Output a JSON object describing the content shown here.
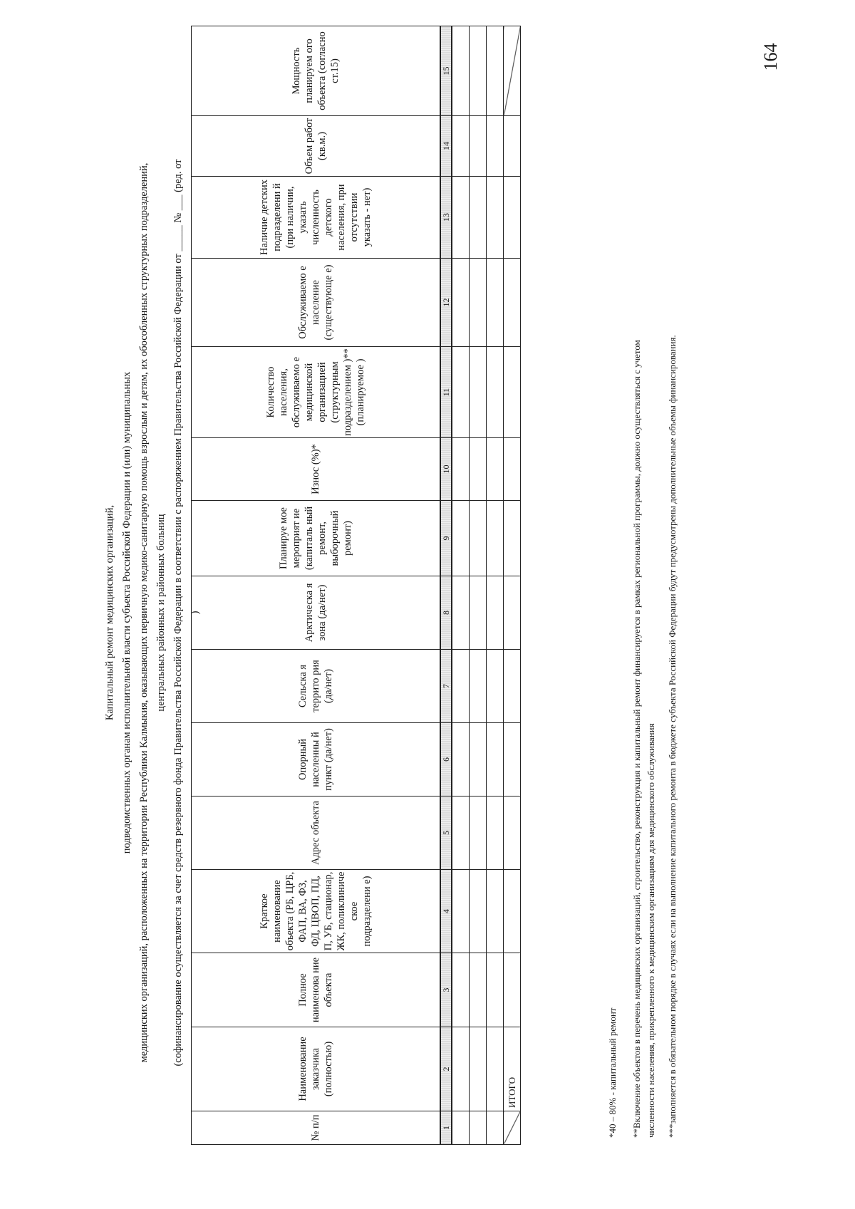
{
  "page_number": "164",
  "header": {
    "lines": [
      "Капитальный ремонт медицинских организаций,",
      "подведомственных органам исполнительной власти субъекта Российской Федерации и (или) муниципальных",
      "медицинских организаций, расположенных на территории Республики Калмыкия, оказывающих первичную медико-санитарную помощь взрослым и детям, их обособленных структурных подразделений,",
      "центральных районных и районных больниц",
      "(софинансирование осуществляется за счет средств резервного фонда  Правительства Российской Федерации в соответствии с распоряжением Правительства Российской Федерации от _____ № ___ (ред. от",
      ")"
    ]
  },
  "table": {
    "headers": [
      "№ п/п",
      "Наименование заказчика (полностью)",
      "Полное наименова ние объекта",
      "Краткое наименование объекта (РБ, ЦРБ, ФАП, ВА, ФЗ, ФД, ЦВОП, ПД, П, УБ, стационар, ЖК, поликлиниче ское подразделени е)",
      "Адрес объекта",
      "Опорный населенны й пункт (да/нет)",
      "Сельска я террито рия (да/нет)",
      "Арктическа я зона (да/нет)",
      "Планируе мое мероприят ие (капиталь ный ремонт, выборочный ремонт)",
      "Износ (%)*",
      "Количество населения, обслуживаемо е медицинской организацией (структурным подразделением )** (планируемое )",
      "Обслуживаемо е население (существующе е)",
      "Наличие детских подразделени й (при наличии, указать численность детского населения, при отсутствии указать - нет)",
      "Объем работ (кв.м.)",
      "Мощность планируем ого объекта (согласно ст.15)"
    ],
    "column_numbers": [
      "1",
      "2",
      "3",
      "4",
      "5",
      "6",
      "7",
      "8",
      "9",
      "10",
      "11",
      "12",
      "13",
      "14",
      "15"
    ],
    "total_label": "ИТОГО"
  },
  "footnotes": [
    "*40 – 80% - капитальный ремонт",
    "**Включение объектов в перечень медицинских организаций, строительство, реконструкция и капитальный ремонт финансируется в рамках региональной программы, должно осуществляться с учетом",
    "численности населения, прикрепленного к медицинским организациям для медицинского обслуживания",
    "***заполняется в обязательном порядке в случаях если на выполнение  капитального ремонта в бюджете субъекта Российской Федерации будут предусмотрены дополнительные объемы финансирования."
  ]
}
